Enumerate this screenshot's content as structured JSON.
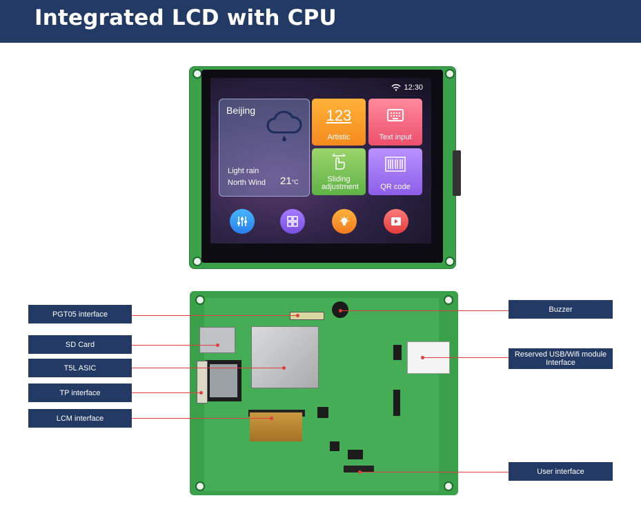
{
  "header": {
    "title": "Integrated LCD with CPU"
  },
  "screen": {
    "time": "12:30",
    "weather": {
      "city": "Beijing",
      "condition_line1": "Light rain",
      "condition_line2": "North Wind",
      "temp": "21",
      "temp_unit": "°C"
    },
    "tiles": [
      {
        "glyph": "123",
        "label": "Artistic"
      },
      {
        "label": "Text input"
      },
      {
        "label": "Sliding adjustment"
      },
      {
        "label": "QR code"
      }
    ]
  },
  "labels": {
    "pgt05": "PGT05 interface",
    "sd_card": "SD Card",
    "t5l": "T5L ASIC",
    "tp": "TP interface",
    "lcm": "LCM interface",
    "buzzer": "Buzzer",
    "usb_wifi": "Reserved USB/Wifi module Interface",
    "user": "User interface"
  },
  "colors": {
    "header_bg": "#223a64",
    "pcb": "#3aa14a",
    "callout_line": "#e23d3d"
  }
}
